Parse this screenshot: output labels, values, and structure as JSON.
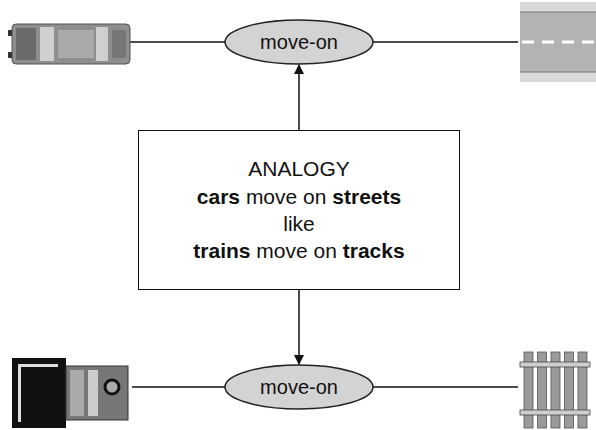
{
  "diagram": {
    "nodes": [
      {
        "text": [
          "move-on"
        ]
      },
      {
        "text": [
          "ANALOGY",
          "cars move on streets like trains move on tracks"
        ]
      },
      {
        "text": [
          "move-on"
        ]
      }
    ],
    "edges": [
      {
        "from": 1,
        "to": 0,
        "arrow": "to"
      },
      {
        "from": 1,
        "to": 2,
        "arrow": "to"
      }
    ]
  }
}
